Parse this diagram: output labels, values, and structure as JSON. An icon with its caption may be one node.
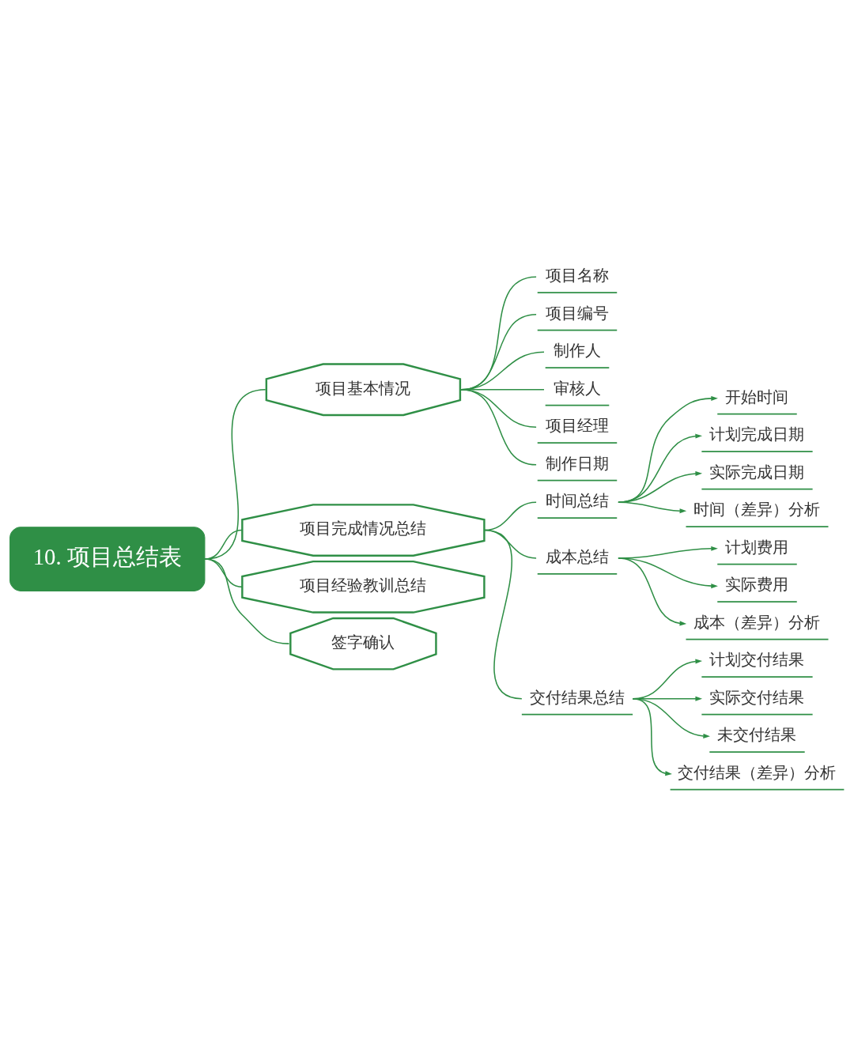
{
  "diagram": {
    "nodes": [
      {
        "text": [
          "10. 项目总结表"
        ]
      },
      {
        "text": [
          "项目基本情况"
        ]
      },
      {
        "text": [
          "项目名称"
        ]
      },
      {
        "text": [
          "项目编号"
        ]
      },
      {
        "text": [
          "制作人"
        ]
      },
      {
        "text": [
          "审核人"
        ]
      },
      {
        "text": [
          "项目经理"
        ]
      },
      {
        "text": [
          "制作日期"
        ]
      },
      {
        "text": [
          "项目完成情况总结"
        ]
      },
      {
        "text": [
          "时间总结"
        ]
      },
      {
        "text": [
          "开始时间"
        ]
      },
      {
        "text": [
          "计划完成日期"
        ]
      },
      {
        "text": [
          "实际完成日期"
        ]
      },
      {
        "text": [
          "时间（差异）分析"
        ]
      },
      {
        "text": [
          "成本总结"
        ]
      },
      {
        "text": [
          "计划费用"
        ]
      },
      {
        "text": [
          "实际费用"
        ]
      },
      {
        "text": [
          "成本（差异）分析"
        ]
      },
      {
        "text": [
          "交付结果总结"
        ]
      },
      {
        "text": [
          "计划交付结果"
        ]
      },
      {
        "text": [
          "实际交付结果"
        ]
      },
      {
        "text": [
          "未交付结果"
        ]
      },
      {
        "text": [
          "交付结果（差异）分析"
        ]
      },
      {
        "text": [
          "项目经验教训总结"
        ]
      },
      {
        "text": [
          "签字确认"
        ]
      }
    ],
    "edges": [
      {
        "from": 0,
        "to": 1,
        "arrow": "none"
      },
      {
        "from": 1,
        "to": 2,
        "arrow": "none"
      },
      {
        "from": 1,
        "to": 3,
        "arrow": "none"
      },
      {
        "from": 1,
        "to": 4,
        "arrow": "none"
      },
      {
        "from": 1,
        "to": 5,
        "arrow": "none"
      },
      {
        "from": 1,
        "to": 6,
        "arrow": "none"
      },
      {
        "from": 1,
        "to": 7,
        "arrow": "none"
      },
      {
        "from": 0,
        "to": 8,
        "arrow": "none"
      },
      {
        "from": 8,
        "to": 9,
        "arrow": "none"
      },
      {
        "from": 9,
        "to": 10,
        "arrow": "to"
      },
      {
        "from": 9,
        "to": 11,
        "arrow": "to"
      },
      {
        "from": 9,
        "to": 12,
        "arrow": "to"
      },
      {
        "from": 9,
        "to": 13,
        "arrow": "to"
      },
      {
        "from": 8,
        "to": 14,
        "arrow": "none"
      },
      {
        "from": 14,
        "to": 15,
        "arrow": "to"
      },
      {
        "from": 14,
        "to": 16,
        "arrow": "to"
      },
      {
        "from": 14,
        "to": 17,
        "arrow": "to"
      },
      {
        "from": 8,
        "to": 18,
        "arrow": "none"
      },
      {
        "from": 18,
        "to": 19,
        "arrow": "to"
      },
      {
        "from": 18,
        "to": 20,
        "arrow": "to"
      },
      {
        "from": 18,
        "to": 21,
        "arrow": "to"
      },
      {
        "from": 18,
        "to": 22,
        "arrow": "to"
      },
      {
        "from": 0,
        "to": 23,
        "arrow": "none"
      },
      {
        "from": 0,
        "to": 24,
        "arrow": "none"
      }
    ]
  }
}
